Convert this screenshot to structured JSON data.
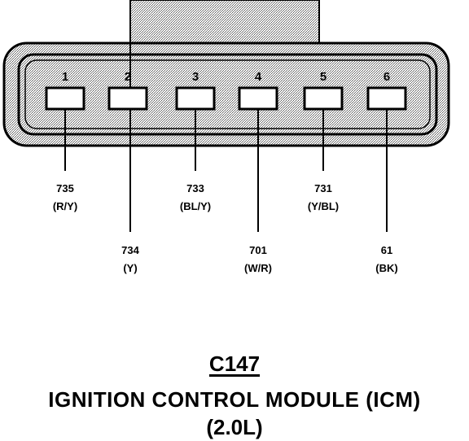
{
  "connector": {
    "pins": [
      {
        "number": "1",
        "circuit": "735",
        "color": "(R/Y)"
      },
      {
        "number": "2",
        "circuit": "734",
        "color": "(Y)"
      },
      {
        "number": "3",
        "circuit": "733",
        "color": "(BL/Y)"
      },
      {
        "number": "4",
        "circuit": "701",
        "color": "(W/R)"
      },
      {
        "number": "5",
        "circuit": "731",
        "color": "(Y/BL)"
      },
      {
        "number": "6",
        "circuit": "61",
        "color": "(BK)"
      }
    ]
  },
  "caption": {
    "connector_id": "C147",
    "module_name": "IGNITION CONTROL MODULE (ICM)",
    "engine": "(2.0L)"
  },
  "colors": {
    "ink": "#000000",
    "shading": "#bdbdbd",
    "background": "#ffffff"
  }
}
